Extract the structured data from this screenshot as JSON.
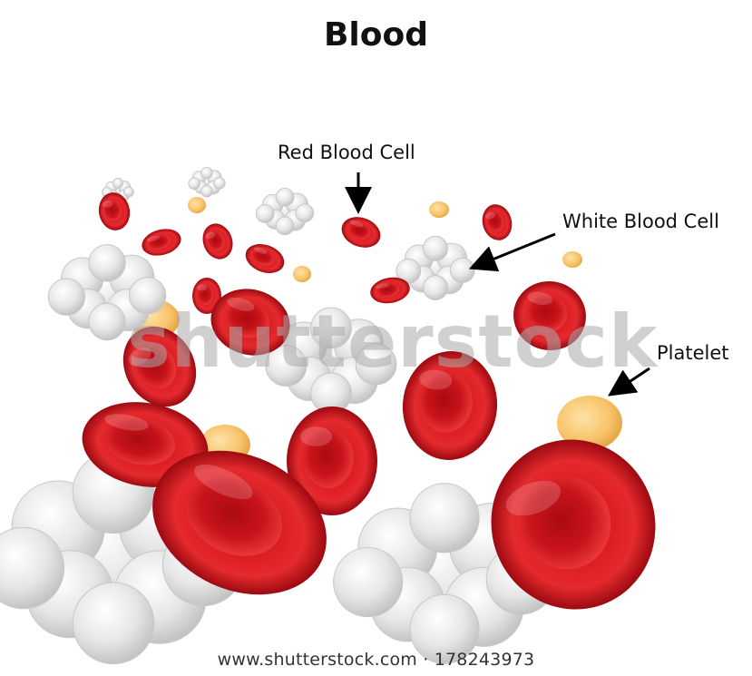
{
  "title": "Blood",
  "labels": {
    "red_blood_cell": "Red Blood Cell",
    "white_blood_cell": "White Blood Cell",
    "platelet": "Platelet"
  },
  "watermark": "shutterstock",
  "footer": "www.shutterstock.com · 178243973",
  "colors": {
    "red_cell": "#d4121a",
    "red_cell_dark": "#8f0a0f",
    "red_cell_light": "#f05050",
    "white_cell": "#e4e4e4",
    "platelet": "#f7c46a",
    "arrow": "#000000"
  }
}
